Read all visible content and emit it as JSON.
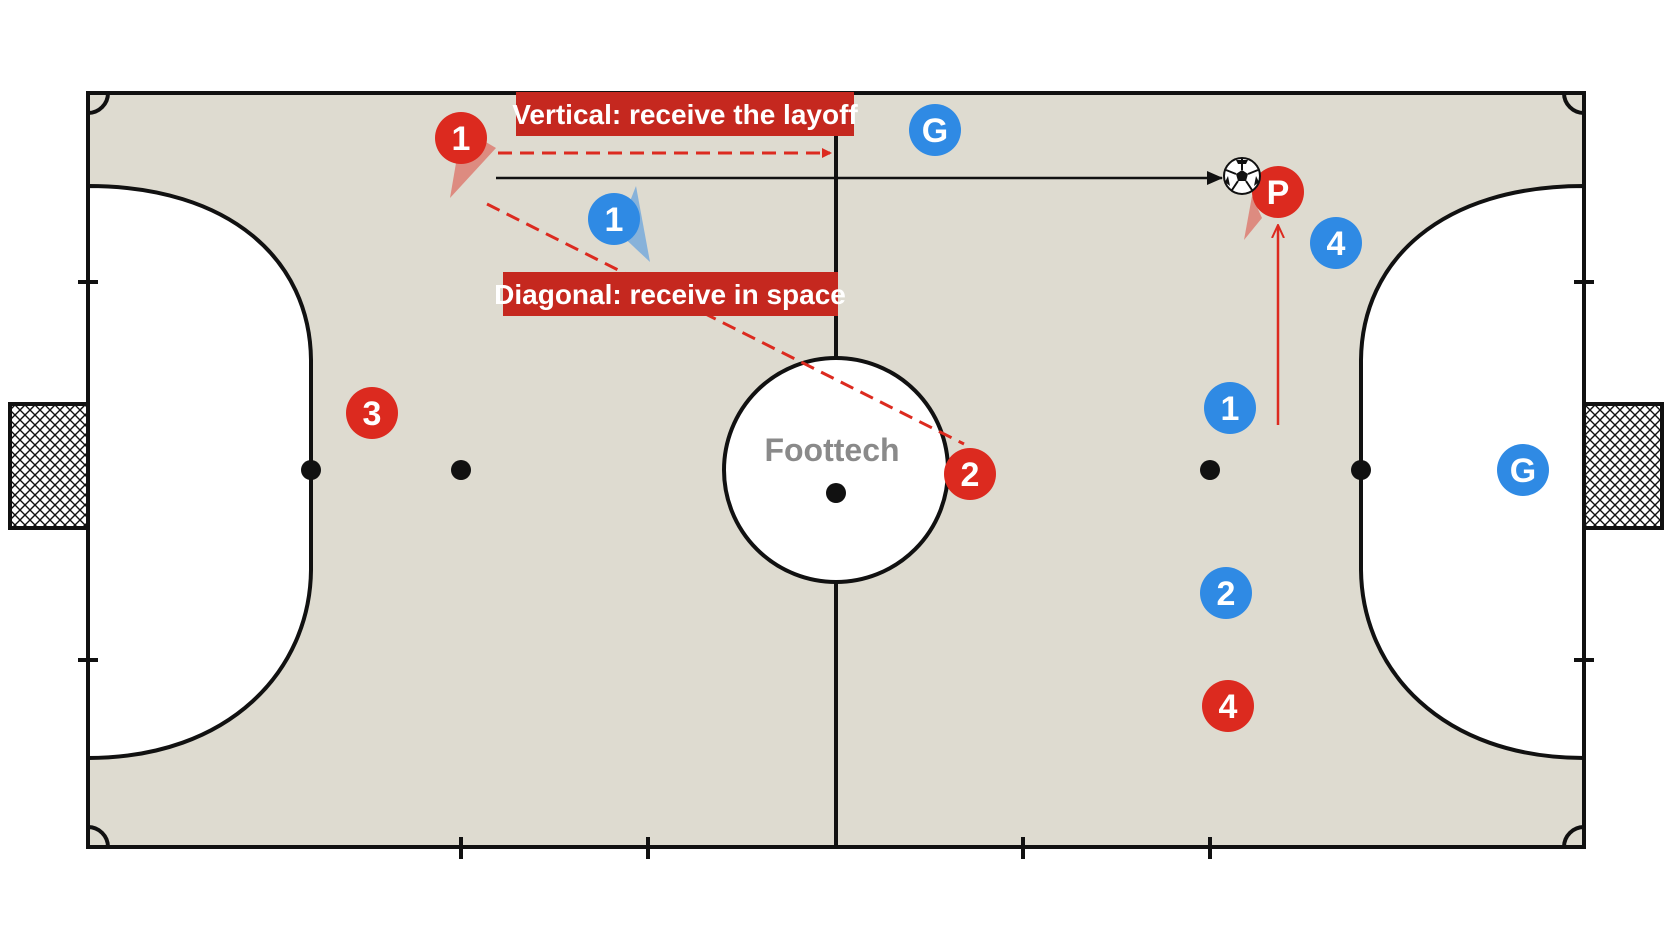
{
  "watermark": "Foottech",
  "colors": {
    "court": "#dedbd0",
    "line": "#111111",
    "red": "#dc2a1f",
    "blue": "#2f8ae4",
    "label_bg": "#c5281f",
    "label_text": "#ffffff",
    "watermark": "#8a8a8a"
  },
  "annotations": {
    "vertical": "Vertical: receive the layoff",
    "diagonal": "Diagonal: receive in space"
  },
  "red_team": {
    "p1": "1",
    "p2": "2",
    "p3": "3",
    "p4": "4",
    "pivot": "P"
  },
  "blue_team": {
    "goalkeeper_top": "G",
    "goalkeeper_right": "G",
    "p1_left": "1",
    "p1_right": "1",
    "p2": "2",
    "p4": "4"
  },
  "icons": {
    "ball": "soccer-ball-icon",
    "goal_net": "goal-net-icon"
  }
}
